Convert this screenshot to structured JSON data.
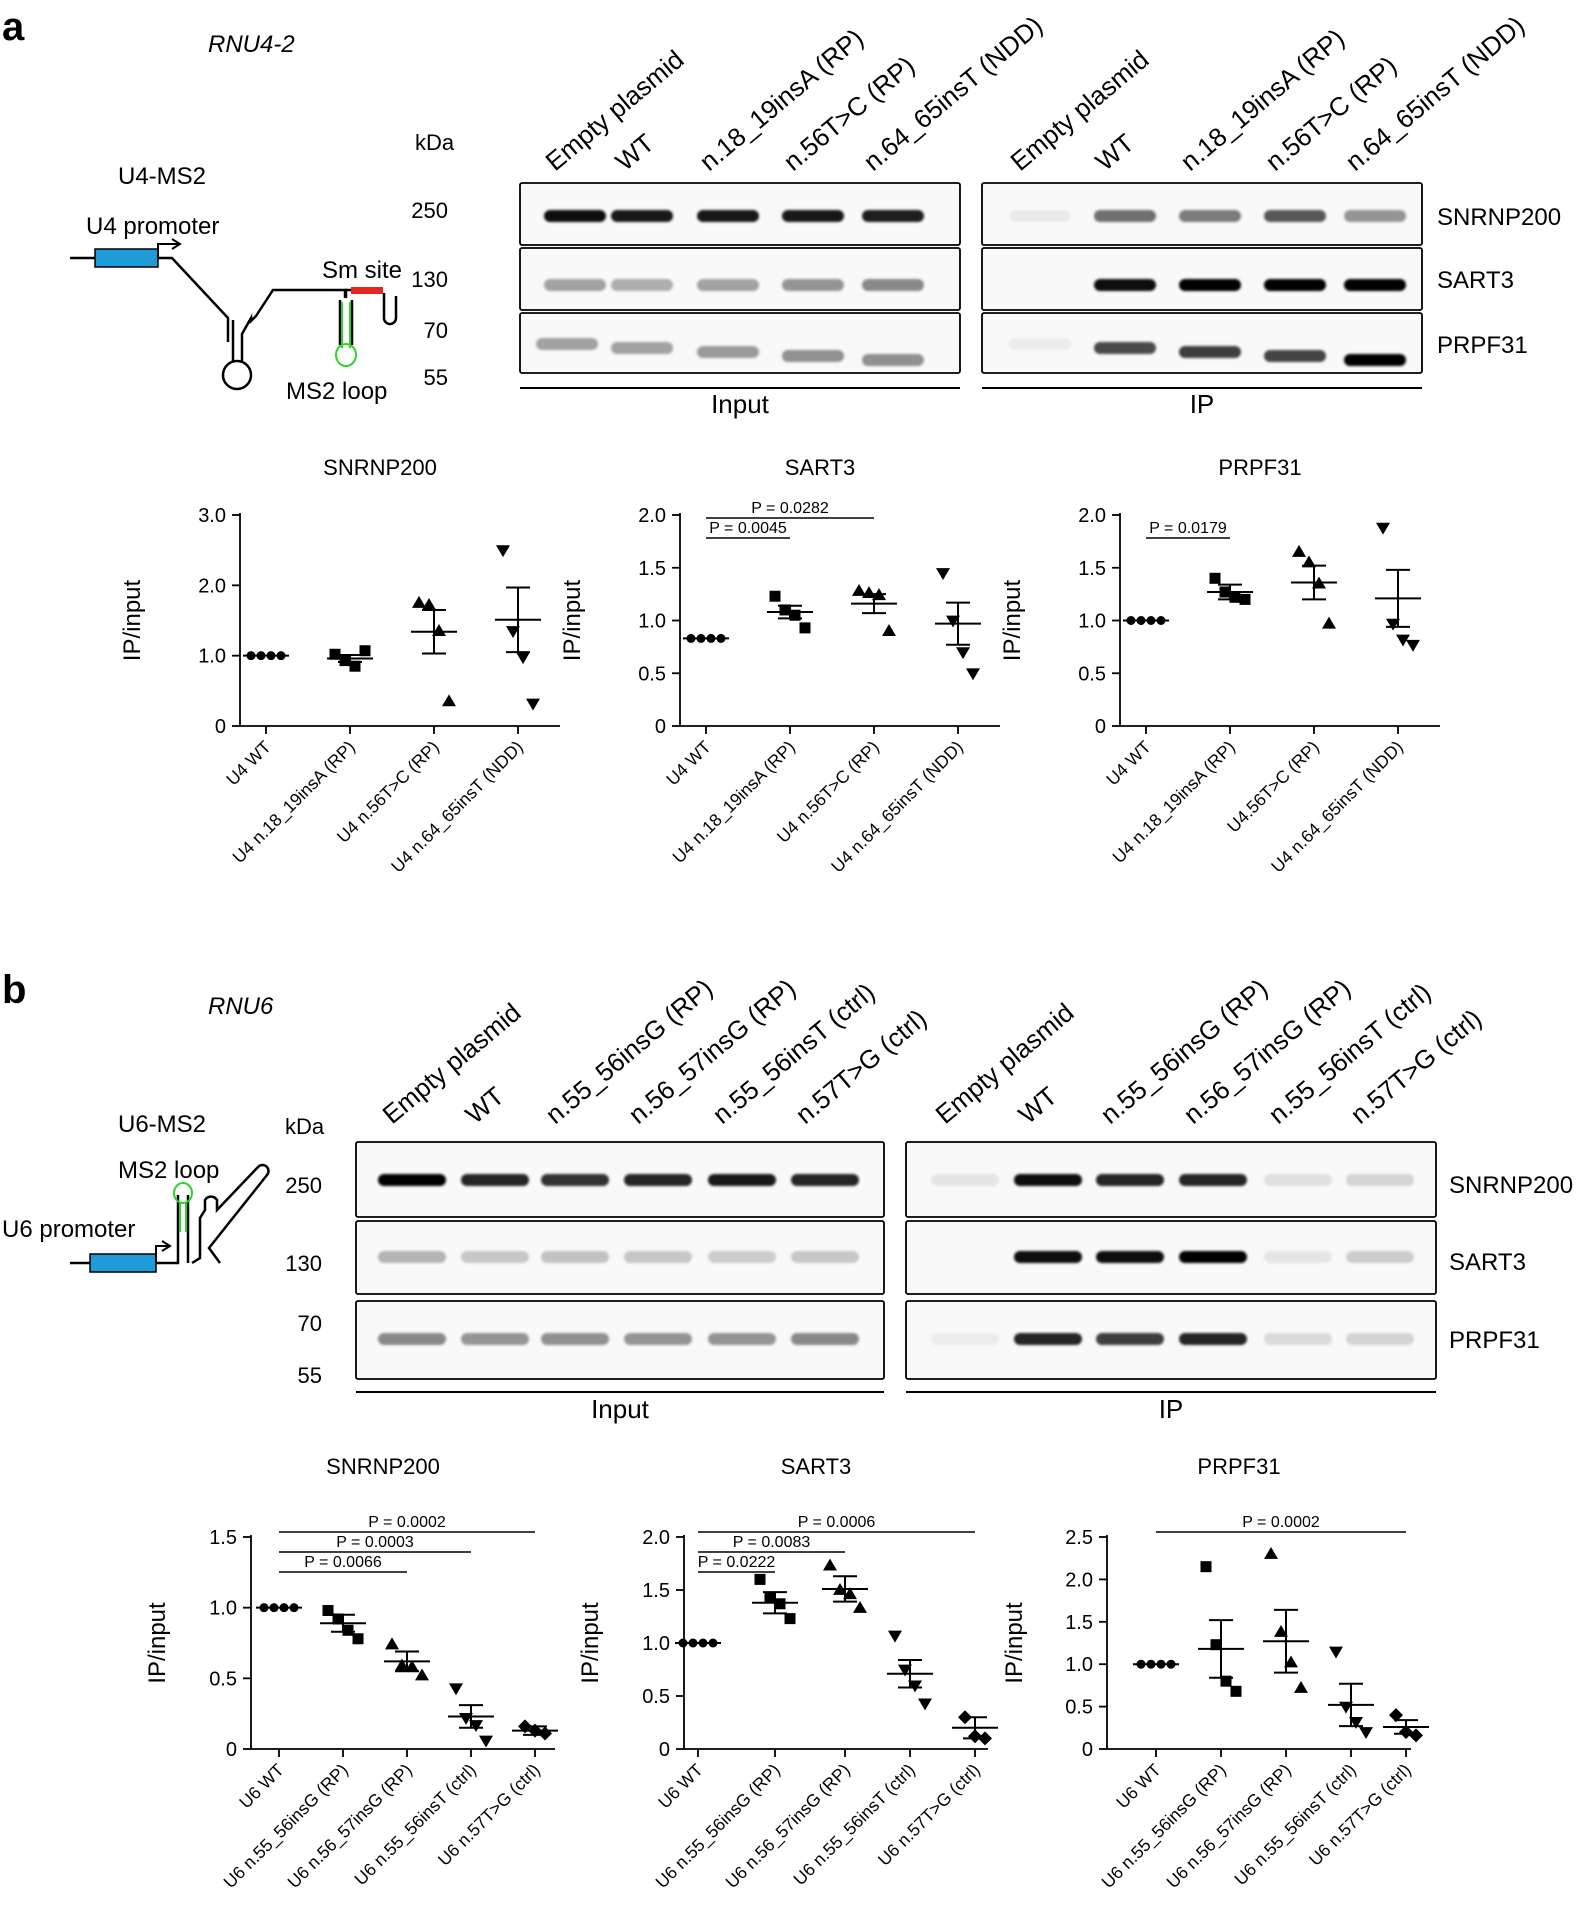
{
  "panels": [
    {
      "label": "a",
      "gene": "RNU4-2",
      "construct": {
        "title": "U4-MS2",
        "labels": [
          "U4 promoter",
          "Sm site",
          "MS2 loop"
        ]
      },
      "blot": {
        "kda_label": "kDa",
        "markers": [
          "250",
          "130",
          "70",
          "55"
        ],
        "input_lanes": [
          "Empty plasmid",
          "WT",
          "n.18_19insA (RP)",
          "n.56T>C (RP)",
          "n.64_65insT (NDD)"
        ],
        "ip_lanes": [
          "Empty plasmid",
          "WT",
          "n.18_19insA (RP)",
          "n.56T>C (RP)",
          "n.64_65insT (NDD)"
        ],
        "proteins": [
          "SNRNP200",
          "SART3",
          "PRPF31"
        ],
        "groups": [
          "Input",
          "IP"
        ]
      }
    },
    {
      "label": "b",
      "gene": "RNU6",
      "construct": {
        "title": "U6-MS2",
        "labels": [
          "MS2 loop",
          "U6 promoter"
        ]
      },
      "blot": {
        "kda_label": "kDa",
        "markers": [
          "250",
          "130",
          "70",
          "55"
        ],
        "input_lanes": [
          "Empty plasmid",
          "WT",
          "n.55_56insG (RP)",
          "n.56_57insG (RP)",
          "n.55_56insT (ctrl)",
          "n.57T>G (ctrl)"
        ],
        "ip_lanes": [
          "Empty plasmid",
          "WT",
          "n.55_56insG (RP)",
          "n.56_57insG (RP)",
          "n.55_56insT (ctrl)",
          "n.57T>G (ctrl)"
        ],
        "proteins": [
          "SNRNP200",
          "SART3",
          "PRPF31"
        ],
        "groups": [
          "Input",
          "IP"
        ]
      }
    }
  ],
  "chart_data": [
    {
      "type": "scatter",
      "title": "SNRNP200",
      "ylabel": "IP/input",
      "ylim": [
        0,
        3
      ],
      "yticks": [
        "0",
        "1.0",
        "2.0",
        "3.0"
      ],
      "categories": [
        "U4 WT",
        "U4 n.18_19insA (RP)",
        "U4 n.56T>C (RP)",
        "U4 n.64_65insT (NDD)"
      ],
      "markers": [
        "circle",
        "square",
        "triangle-up",
        "triangle-down"
      ],
      "points": [
        [
          1,
          1,
          1,
          1
        ],
        [
          1.02,
          0.93,
          0.85,
          1.07
        ],
        [
          1.75,
          1.72,
          1.35,
          0.35
        ],
        [
          2.5,
          1.35,
          0.98,
          0.32
        ]
      ],
      "mean": [
        1,
        0.96,
        1.34,
        1.51
      ],
      "sem": [
        0,
        0.05,
        0.31,
        0.46
      ],
      "pvalues": []
    },
    {
      "type": "scatter",
      "title": "SART3",
      "ylabel": "IP/input",
      "ylim": [
        0,
        2
      ],
      "yticks": [
        "0",
        "0.5",
        "1.0",
        "1.5",
        "2.0"
      ],
      "categories": [
        "U4 WT",
        "U4 n.18_19insA (RP)",
        "U4 n.56T>C (RP)",
        "U4 n.64_65insT (NDD)"
      ],
      "markers": [
        "circle",
        "square",
        "triangle-up",
        "triangle-down"
      ],
      "points": [
        [
          0.83,
          0.83,
          0.83,
          0.83
        ],
        [
          1.23,
          1.1,
          1.05,
          0.93
        ],
        [
          1.28,
          1.26,
          1.24,
          0.9
        ],
        [
          1.45,
          1.0,
          0.7,
          0.5
        ]
      ],
      "mean": [
        0.83,
        1.08,
        1.16,
        0.97
      ],
      "sem": [
        0,
        0.06,
        0.09,
        0.2
      ],
      "pvalues": [
        {
          "from": 0,
          "to": 1,
          "label": "P = 0.0045"
        },
        {
          "from": 0,
          "to": 2,
          "label": "P = 0.0282"
        }
      ]
    },
    {
      "type": "scatter",
      "title": "PRPF31",
      "ylabel": "IP/input",
      "ylim": [
        0,
        2
      ],
      "yticks": [
        "0",
        "0.5",
        "1.0",
        "1.5",
        "2.0"
      ],
      "categories": [
        "U4 WT",
        "U4 n.18_19insA (RP)",
        "U4.56T>C (RP)",
        "U4 n.64_65insT (NDD)"
      ],
      "markers": [
        "circle",
        "square",
        "triangle-up",
        "triangle-down"
      ],
      "points": [
        [
          1,
          1,
          1,
          1
        ],
        [
          1.4,
          1.27,
          1.22,
          1.2
        ],
        [
          1.65,
          1.55,
          1.35,
          0.97
        ],
        [
          1.88,
          0.97,
          0.82,
          0.77
        ]
      ],
      "mean": [
        1,
        1.27,
        1.36,
        1.21
      ],
      "sem": [
        0,
        0.07,
        0.16,
        0.27
      ],
      "pvalues": [
        {
          "from": 0,
          "to": 1,
          "label": "P = 0.0179"
        }
      ]
    },
    {
      "type": "scatter",
      "title": "SNRNP200",
      "ylabel": "IP/input",
      "ylim": [
        0,
        1.5
      ],
      "yticks": [
        "0",
        "0.5",
        "1.0",
        "1.5"
      ],
      "categories": [
        "U6 WT",
        "U6 n.55_56insG (RP)",
        "U6 n.56_57insG (RP)",
        "U6 n.55_56insT (ctrl)",
        "U6 n.57T>G (ctrl)"
      ],
      "markers": [
        "circle",
        "square",
        "triangle-up",
        "triangle-down",
        "diamond"
      ],
      "points": [
        [
          1,
          1,
          1,
          1
        ],
        [
          0.98,
          0.92,
          0.84,
          0.78
        ],
        [
          0.74,
          0.59,
          0.58,
          0.52
        ],
        [
          0.43,
          0.22,
          0.17,
          0.06
        ],
        [
          0.16,
          0.13,
          0.11
        ]
      ],
      "mean": [
        1,
        0.89,
        0.62,
        0.23,
        0.13
      ],
      "sem": [
        0,
        0.06,
        0.07,
        0.08,
        0.03
      ],
      "pvalues": [
        {
          "from": 0,
          "to": 2,
          "label": "P = 0.0066"
        },
        {
          "from": 0,
          "to": 3,
          "label": "P = 0.0003"
        },
        {
          "from": 0,
          "to": 4,
          "label": "P = 0.0002"
        }
      ]
    },
    {
      "type": "scatter",
      "title": "SART3",
      "ylabel": "IP/input",
      "ylim": [
        0,
        2
      ],
      "yticks": [
        "0",
        "0.5",
        "1.0",
        "1.5",
        "2.0"
      ],
      "categories": [
        "U6 WT",
        "U6 n.55_56insG (RP)",
        "U6 n.56_57insG (RP)",
        "U6 n.55_56insT (ctrl)",
        "U6 n.57T>G (ctrl)"
      ],
      "markers": [
        "circle",
        "square",
        "triangle-up",
        "triangle-down",
        "diamond"
      ],
      "points": [
        [
          1,
          1,
          1,
          1
        ],
        [
          1.6,
          1.43,
          1.37,
          1.23
        ],
        [
          1.73,
          1.5,
          1.46,
          1.33
        ],
        [
          1.07,
          0.75,
          0.6,
          0.43
        ],
        [
          0.3,
          0.12,
          0.1
        ]
      ],
      "mean": [
        1,
        1.38,
        1.51,
        0.71,
        0.2
      ],
      "sem": [
        0,
        0.1,
        0.12,
        0.13,
        0.1
      ],
      "pvalues": [
        {
          "from": 0,
          "to": 1,
          "label": "P = 0.0222"
        },
        {
          "from": 0,
          "to": 2,
          "label": "P = 0.0083"
        },
        {
          "from": 0,
          "to": 4,
          "label": "P = 0.0006"
        }
      ]
    },
    {
      "type": "scatter",
      "title": "PRPF31",
      "ylabel": "IP/input",
      "ylim": [
        0,
        2.5
      ],
      "yticks": [
        "0",
        "0.5",
        "1.0",
        "1.5",
        "2.0",
        "2.5"
      ],
      "categories": [
        "U6 WT",
        "U6 n.55_56insG (RP)",
        "U6 n.56_57insG (RP)",
        "U6 n.55_56insT (ctrl)",
        "U6 n.57T>G (ctrl)"
      ],
      "markers": [
        "circle",
        "square",
        "triangle-up",
        "triangle-down",
        "diamond"
      ],
      "points": [
        [
          1,
          1,
          1,
          1
        ],
        [
          2.15,
          1.23,
          0.8,
          0.68
        ],
        [
          2.3,
          1.38,
          1.02,
          0.72
        ],
        [
          1.15,
          0.5,
          0.32,
          0.2
        ],
        [
          0.4,
          0.2,
          0.16
        ]
      ],
      "mean": [
        1,
        1.18,
        1.27,
        0.52,
        0.26
      ],
      "sem": [
        0,
        0.34,
        0.37,
        0.25,
        0.08
      ],
      "pvalues": [
        {
          "from": 0,
          "to": 4,
          "label": "P = 0.0002"
        }
      ]
    }
  ]
}
